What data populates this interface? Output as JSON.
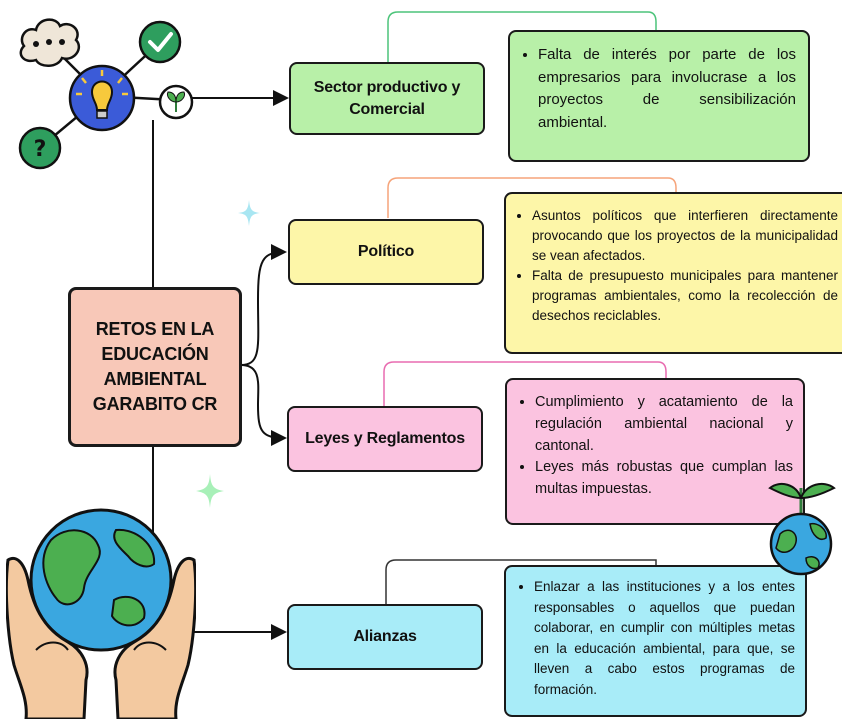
{
  "central": {
    "title_lines": [
      "RETOS EN LA",
      "EDUCACIÓN",
      "AMBIENTAL",
      "GARABITO CR"
    ],
    "fill": "#f8c8b8"
  },
  "branches": [
    {
      "label_lines": [
        "Sector productivo y",
        "Comercial"
      ],
      "fill": "#b8f0a8",
      "items": [
        "Falta de interés por parte de los empresarios para involucrase a los proyectos de sensibilización ambiental."
      ]
    },
    {
      "label_lines": [
        "Político"
      ],
      "fill": "#fdf6a8",
      "items": [
        "Asuntos políticos que interfieren directamente provocando que los proyectos de la municipalidad se vean afectados.",
        "Falta de presupuesto municipales para mantener programas ambientales, como la recolección de desechos reciclables."
      ]
    },
    {
      "label_lines": [
        "Leyes y Reglamentos"
      ],
      "fill": "#fbc3e0",
      "items": [
        "Cumplimiento y acatamiento de la regulación ambiental nacional y cantonal.",
        "Leyes más robustas que cumplan las multas impuestas."
      ]
    },
    {
      "label_lines": [
        "Alianzas"
      ],
      "fill": "#a8ecf8",
      "items": [
        "Enlazar a las instituciones y a los entes responsables o aquellos que puedan colaborar, en cumplir con múltiples metas en la educación ambiental, para que, se lleven a cabo estos programas de formación."
      ]
    }
  ],
  "icons": [
    "thought-cloud-icon",
    "check-icon",
    "lightbulb-icon",
    "question-icon",
    "sprout-icon",
    "sparkle-icon",
    "globe-in-hands-icon",
    "sprouting-globe-icon"
  ]
}
